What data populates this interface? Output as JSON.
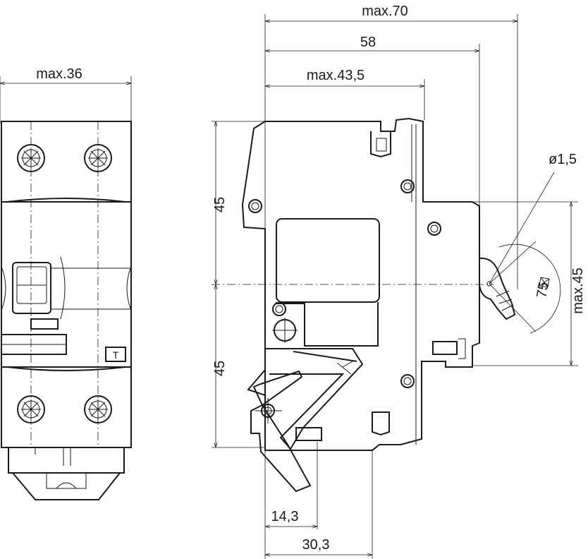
{
  "dimensions": {
    "width_front": "max.36",
    "overall_depth": "max.70",
    "depth_58": "58",
    "depth_max43_5": "max.43,5",
    "hole_diameter": "ø1,5",
    "height_upper": "45",
    "height_lower": "45",
    "height_right": "max.45",
    "handle_angle": "75",
    "offset_14_3": "14,3",
    "offset_30_3": "30,3"
  },
  "front_view": {
    "test_button_label": "T"
  }
}
